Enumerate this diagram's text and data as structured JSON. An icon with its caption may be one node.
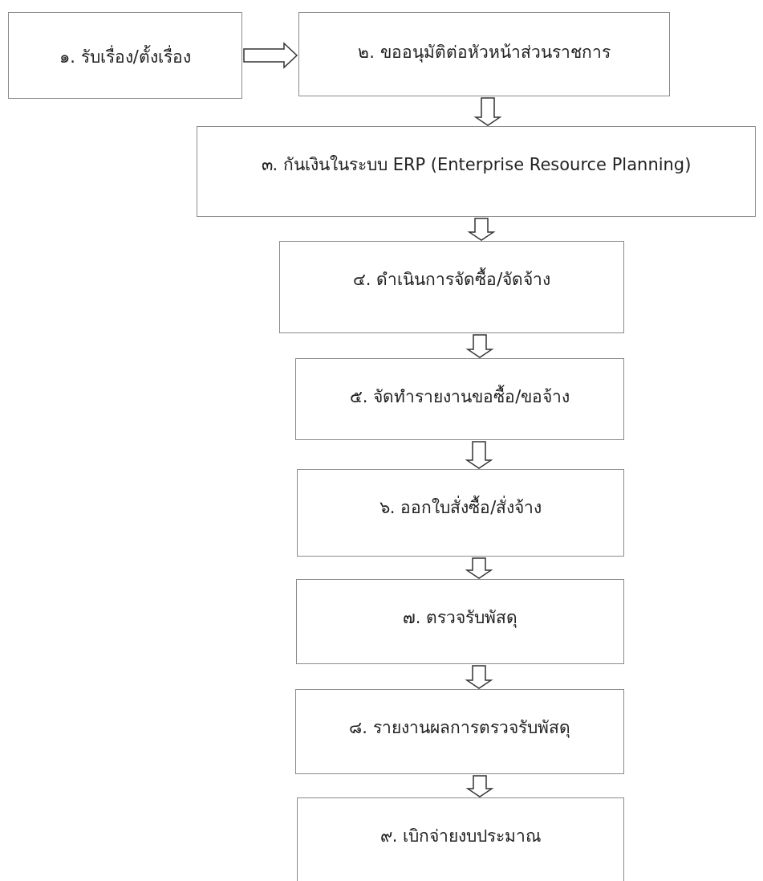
{
  "diagram": {
    "nodes": [
      {
        "text": [
          "๑. รับเรื่อง/ตั้งเรื่อง"
        ]
      },
      {
        "text": [
          "๒. ขออนุมัติต่อหัวหน้าส่วนราชการ"
        ]
      },
      {
        "text": [
          "๓. กันเงินในระบบ ERP (Enterprise Resource Planning)"
        ]
      },
      {
        "text": [
          "๔. ดำเนินการจัดซื้อ/จัดจ้าง"
        ]
      },
      {
        "text": [
          "๕. จัดทำรายงานขอซื้อ/ขอจ้าง"
        ]
      },
      {
        "text": [
          "๖. ออกใบสั่งซื้อ/สั่งจ้าง"
        ]
      },
      {
        "text": [
          "๗. ตรวจรับพัสดุ"
        ]
      },
      {
        "text": [
          "๘. รายงานผลการตรวจรับพัสดุ"
        ]
      },
      {
        "text": [
          "๙. เบิกจ่ายงบประมาณ"
        ]
      }
    ],
    "edges": [
      {
        "from": 0,
        "to": 1,
        "arrow": "to"
      },
      {
        "from": 1,
        "to": 2,
        "arrow": "to"
      },
      {
        "from": 2,
        "to": 3,
        "arrow": "to"
      },
      {
        "from": 3,
        "to": 4,
        "arrow": "to"
      },
      {
        "from": 4,
        "to": 5,
        "arrow": "to"
      },
      {
        "from": 5,
        "to": 6,
        "arrow": "to"
      },
      {
        "from": 6,
        "to": 7,
        "arrow": "to"
      },
      {
        "from": 7,
        "to": 8,
        "arrow": "to"
      }
    ]
  }
}
